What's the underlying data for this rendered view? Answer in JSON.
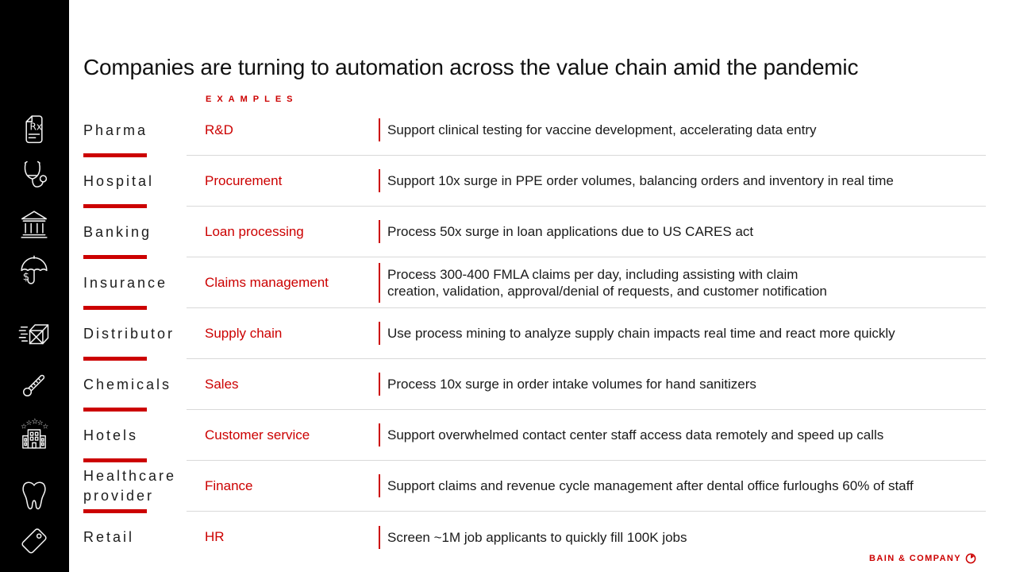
{
  "slide": {
    "title": "Companies are turning to automation across the value chain amid the pandemic",
    "examples_header": "EXAMPLES",
    "footer_logo": "BAIN & COMPANY"
  },
  "colors": {
    "accent": "#cc0000",
    "sidebar_bg": "#000000",
    "separator": "#d9d9d9",
    "text": "#1a1a1a"
  },
  "rows": [
    {
      "industry": "Pharma",
      "function": "R&D",
      "description": "Support clinical testing for vaccine development, accelerating data entry",
      "icon": "prescription-icon"
    },
    {
      "industry": "Hospital",
      "function": "Procurement",
      "description": "Support 10x surge in PPE order volumes, balancing orders and inventory in real time",
      "icon": "stethoscope-icon"
    },
    {
      "industry": "Banking",
      "function": "Loan processing",
      "description": "Process 50x surge in loan applications due to US CARES act",
      "icon": "bank-icon"
    },
    {
      "industry": "Insurance",
      "function": "Claims management",
      "description": "Process 300-400 FMLA claims per day, including assisting with claim\ncreation, validation, approval/denial of requests, and customer notification",
      "icon": "umbrella-dollar-icon"
    },
    {
      "industry": "Distributor",
      "function": "Supply chain",
      "description": "Use process mining to analyze supply chain impacts real time and react more quickly",
      "icon": "shipping-box-icon"
    },
    {
      "industry": "Chemicals",
      "function": "Sales",
      "description": "Process 10x surge in order intake volumes for hand sanitizers",
      "icon": "thermometer-icon"
    },
    {
      "industry": "Hotels",
      "function": "Customer service",
      "description": "Support overwhelmed contact center staff access data remotely and speed up calls",
      "icon": "hotel-stars-icon"
    },
    {
      "industry": "Healthcare provider",
      "function": "Finance",
      "description": "Support claims and revenue cycle management after dental office furloughs 60% of staff",
      "icon": "tooth-icon"
    },
    {
      "industry": "Retail",
      "function": "HR",
      "description": "Screen ~1M job applicants to quickly fill 100K jobs",
      "icon": "price-tag-icon"
    }
  ]
}
